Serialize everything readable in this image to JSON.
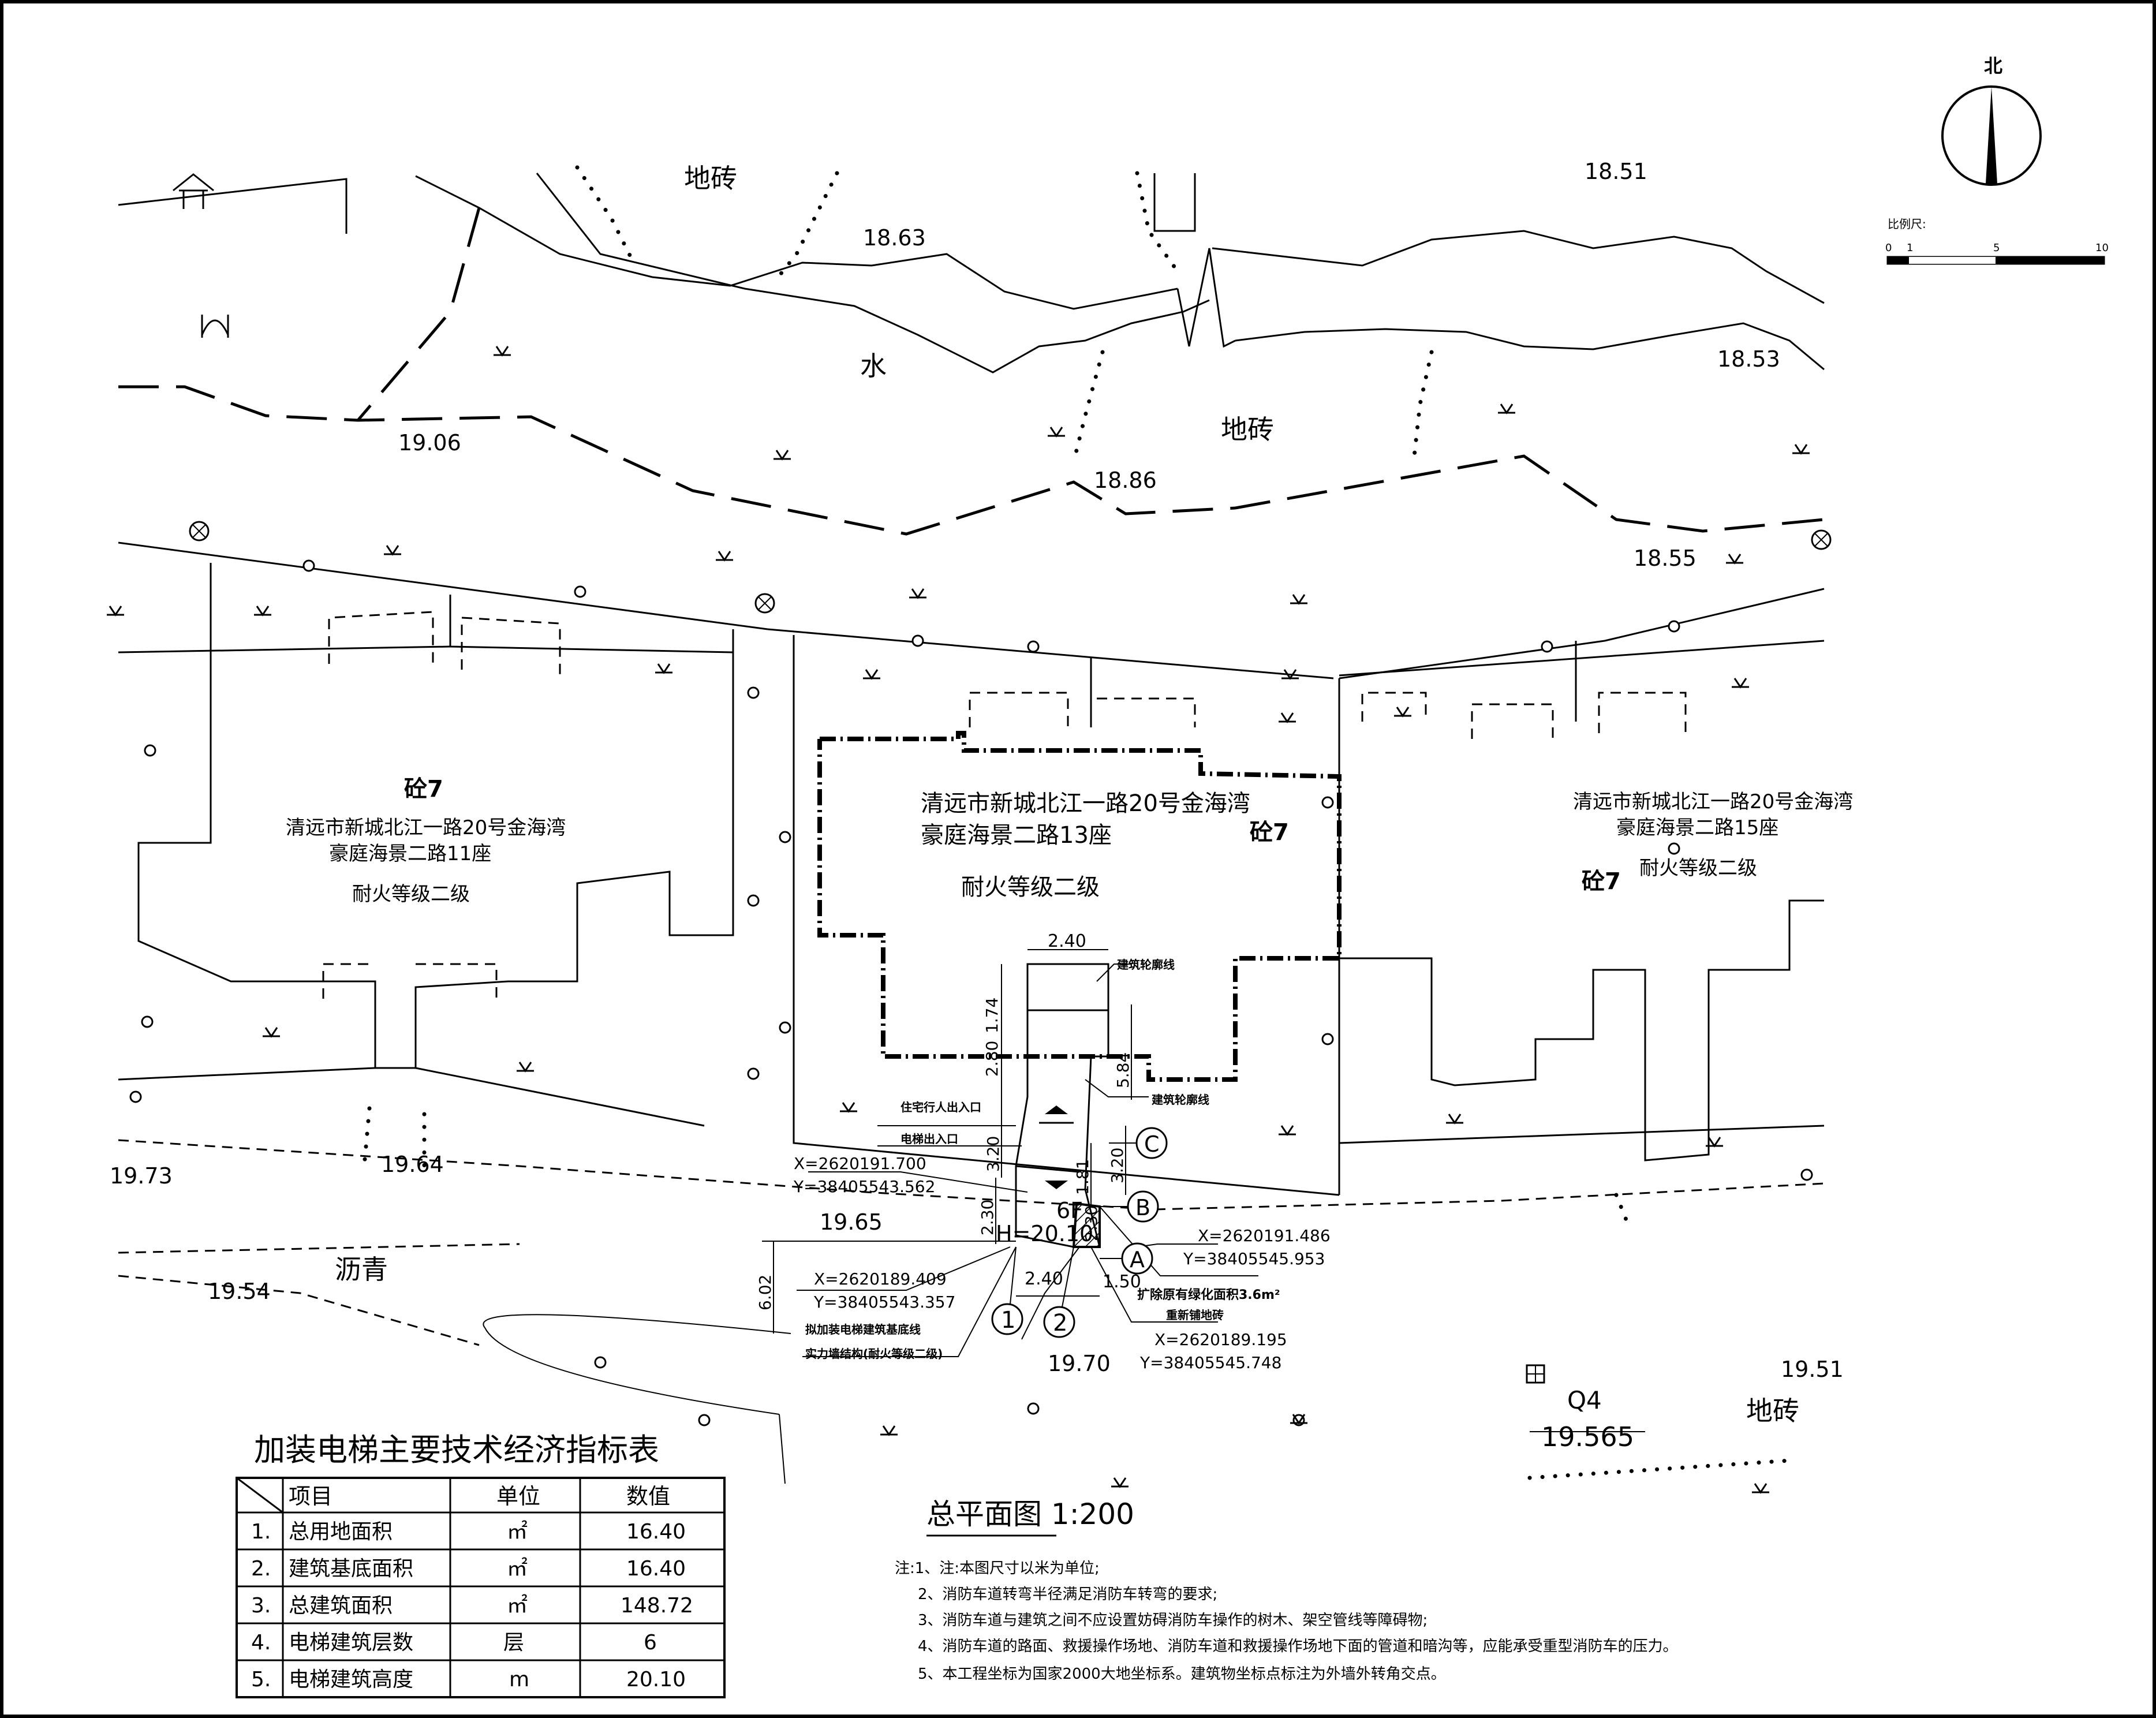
{
  "site_labels": {
    "paving_n1": "地砖",
    "paving_n2": "地砖",
    "paving_s": "地砖",
    "water": "水",
    "asphalt": "沥青"
  },
  "elevations": [
    "18.63",
    "18.51",
    "18.53",
    "19.06",
    "18.86",
    "18.55",
    "19.73",
    "19.64",
    "19.65",
    "19.54",
    "19.70",
    "19.51"
  ],
  "benchmark": {
    "id": "Q4",
    "value": "19.565"
  },
  "compass": {
    "label": "北"
  },
  "scale_bar": {
    "label": "比例尺:",
    "ticks": [
      "0",
      "1",
      "5",
      "10"
    ]
  },
  "buildings": {
    "b11": {
      "name_line1": "清远市新城北江一路20号金海湾",
      "name_line2": "豪庭海景二路11座",
      "fire_rating": "耐火等级二级",
      "structure": "砼7"
    },
    "b13": {
      "name_line1": "清远市新城北江一路20号金海湾",
      "name_line2": "豪庭海景二路13座",
      "fire_rating": "耐火等级二级",
      "structure": "砼7"
    },
    "b15": {
      "name_line1": "清远市新城北江一路20号金海湾",
      "name_line2": "豪庭海景二路15座",
      "fire_rating": "耐火等级二级",
      "structure": "砼7"
    }
  },
  "elevator": {
    "floors": "6F",
    "height": "H=20.10",
    "dims": [
      "2.40",
      "1.74",
      "2.80",
      "5.84",
      "3.20",
      "3.20",
      "1.81",
      "2.30",
      "2.30",
      "2.40",
      "1.50",
      "6.02"
    ],
    "axis_letters": [
      "C",
      "B",
      "A"
    ],
    "axis_numbers": [
      "1",
      "2"
    ],
    "notes": {
      "building_outline_1": "建筑轮廓线",
      "building_outline_2": "建筑轮廓线",
      "resident_entry": "住宅行人出入口",
      "elevator_entry": "电梯出入口",
      "green_area": "扩除原有绿化面积3.6m²",
      "repave": "重新铺地砖",
      "footprint_line": "拟加装电梯建筑基底线",
      "wall_material": "实力墙结构(耐火等级二级)"
    },
    "coords": [
      {
        "x": "X=2620191.700",
        "y": "Y=38405543.562"
      },
      {
        "x": "X=2620191.486",
        "y": "Y=38405545.953"
      },
      {
        "x": "X=2620189.409",
        "y": "Y=38405543.357"
      },
      {
        "x": "X=2620189.195",
        "y": "Y=38405545.748"
      }
    ]
  },
  "title": "总平面图  1:200",
  "notes": [
    "注:1、注:本图尺寸以米为单位;",
    "2、消防车道转弯半径满足消防车转弯的要求;",
    "3、消防车道与建筑之间不应设置妨碍消防车操作的树木、架空管线等障碍物;",
    "4、消防车道的路面、救援操作场地、消防车道和救援操作场地下面的管道和暗沟等，应能承受重型消防车的压力。",
    "5、本工程坐标为国家2000大地坐标系。建筑物坐标点标注为外墙外转角交点。"
  ],
  "table": {
    "title": "加装电梯主要技术经济指标表",
    "headers": [
      "",
      "项目",
      "单位",
      "数值"
    ],
    "rows": [
      [
        "1.",
        "总用地面积",
        "㎡",
        "16.40"
      ],
      [
        "2.",
        "建筑基底面积",
        "㎡",
        "16.40"
      ],
      [
        "3.",
        "总建筑面积",
        "㎡",
        "148.72"
      ],
      [
        "4.",
        "电梯建筑层数",
        "层",
        "6"
      ],
      [
        "5.",
        "电梯建筑高度",
        "m",
        "20.10"
      ]
    ]
  }
}
